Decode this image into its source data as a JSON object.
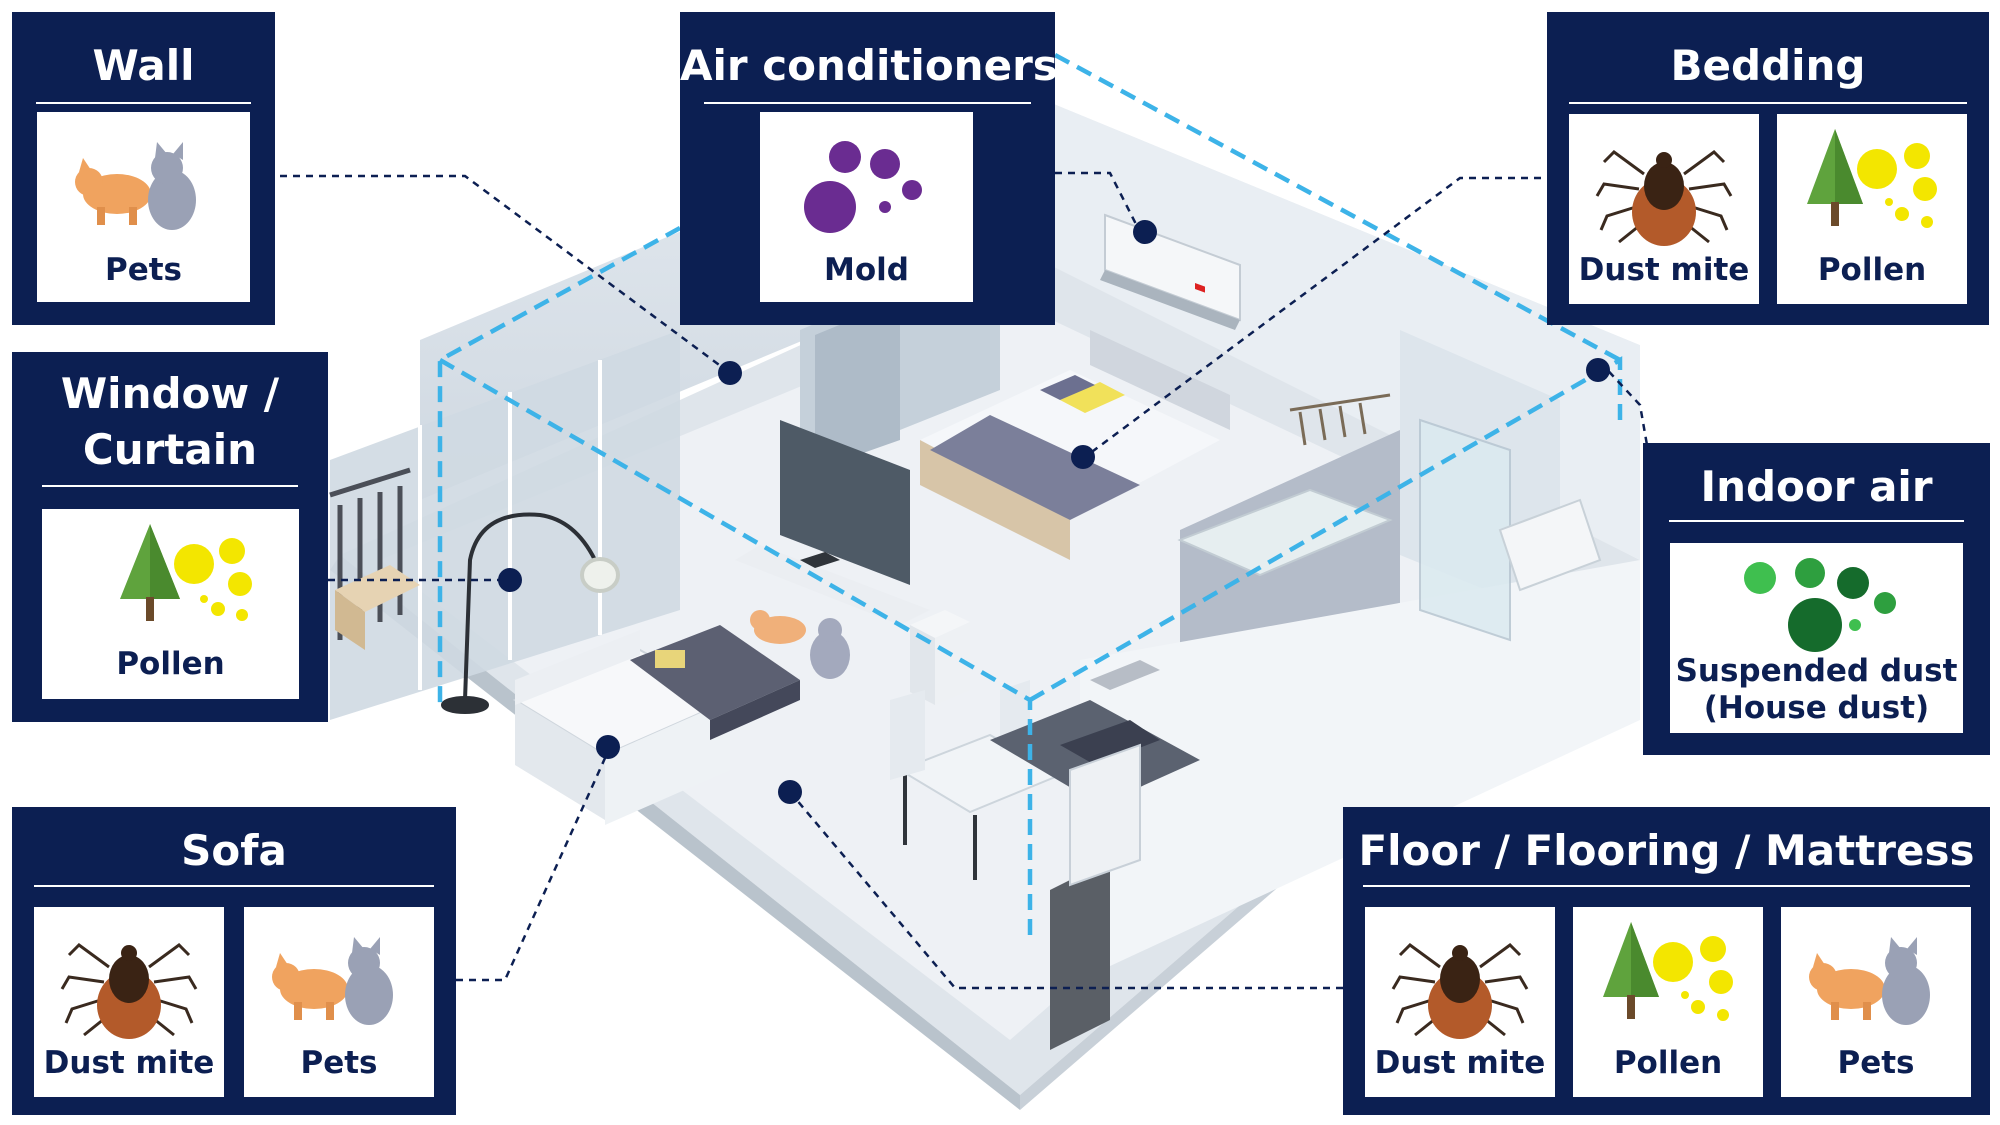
{
  "colors": {
    "navy": "#0c1f52",
    "dashed_outline": "#3db3e8",
    "mold": "#6a2c91",
    "dust_mite_body": "#b35a2a",
    "pollen": "#f3e600",
    "tree": "#5fa33d",
    "suspended_dust": "#1f8f3a"
  },
  "panels": {
    "wall": {
      "title": "Wall",
      "items": [
        {
          "icon": "pets-icon",
          "label": "Pets"
        }
      ]
    },
    "air_conditioners": {
      "title": "Air conditioners",
      "items": [
        {
          "icon": "mold-icon",
          "label": "Mold"
        }
      ]
    },
    "bedding": {
      "title": "Bedding",
      "items": [
        {
          "icon": "dust-mite-icon",
          "label": "Dust mite"
        },
        {
          "icon": "pollen-icon",
          "label": "Pollen"
        }
      ]
    },
    "window_curtain": {
      "title_line1": "Window /",
      "title_line2": "Curtain",
      "items": [
        {
          "icon": "pollen-icon",
          "label": "Pollen"
        }
      ]
    },
    "indoor_air": {
      "title": "Indoor air",
      "items": [
        {
          "icon": "suspended-dust-icon",
          "label_line1": "Suspended dust",
          "label_line2": "(House dust)"
        }
      ]
    },
    "sofa": {
      "title": "Sofa",
      "items": [
        {
          "icon": "dust-mite-icon",
          "label": "Dust mite"
        },
        {
          "icon": "pets-icon",
          "label": "Pets"
        }
      ]
    },
    "floor": {
      "title": "Floor / Flooring / Mattress",
      "items": [
        {
          "icon": "dust-mite-icon",
          "label": "Dust mite"
        },
        {
          "icon": "pollen-icon",
          "label": "Pollen"
        },
        {
          "icon": "pets-icon",
          "label": "Pets"
        }
      ]
    }
  }
}
